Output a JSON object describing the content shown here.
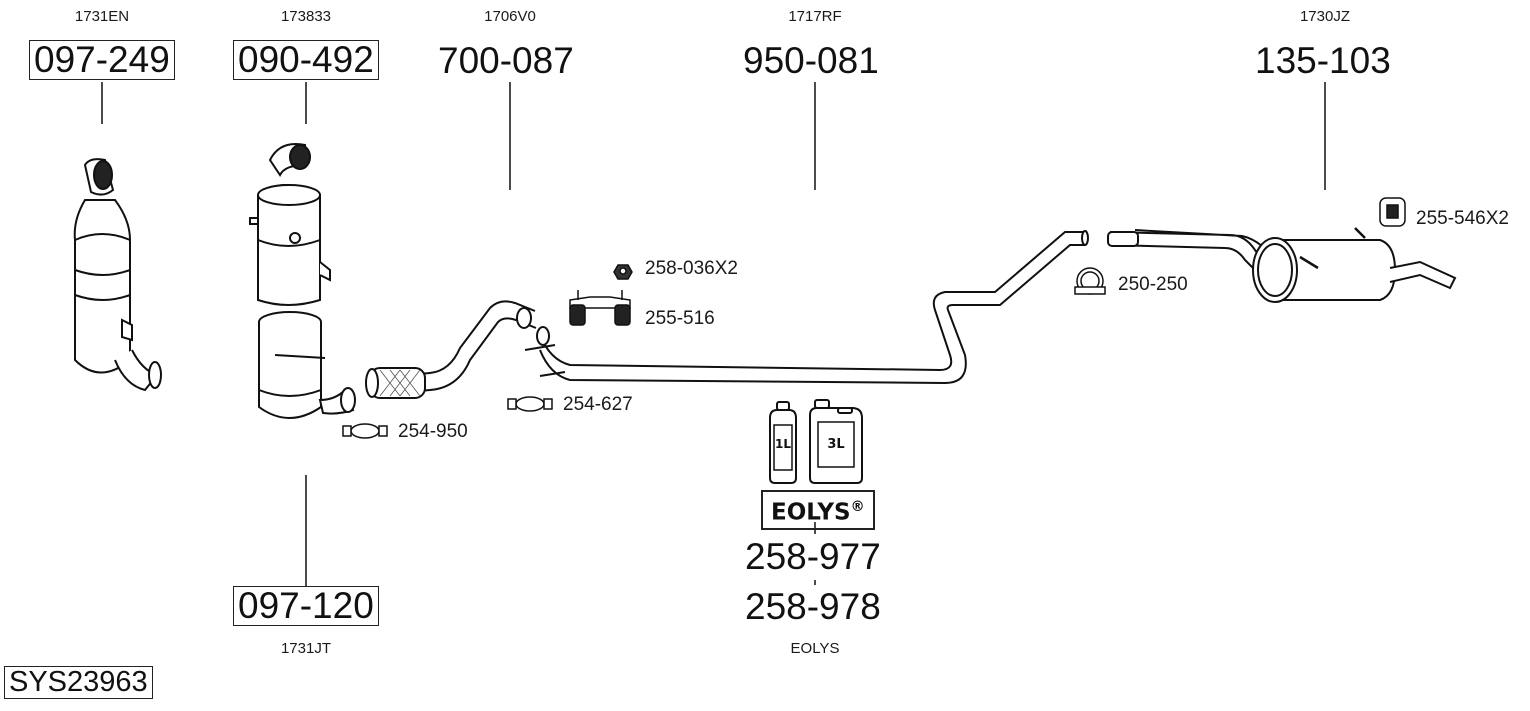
{
  "system_id": "SYS23963",
  "main_parts": [
    {
      "ref": "1731EN",
      "part_no": "097-249",
      "boxed": true
    },
    {
      "ref": "173833",
      "part_no": "090-492",
      "boxed": true
    },
    {
      "ref": "1706V0",
      "part_no": "700-087",
      "boxed": false
    },
    {
      "ref": "1717RF",
      "part_no": "950-081",
      "boxed": false
    },
    {
      "ref": "1730JZ",
      "part_no": "135-103",
      "boxed": false
    },
    {
      "ref": "1731JT",
      "part_no": "097-120",
      "boxed": true
    }
  ],
  "accessories": [
    {
      "part_no": "258-036X2",
      "icon": "nut-icon"
    },
    {
      "part_no": "255-516",
      "icon": "rubber-mount-bracket-icon"
    },
    {
      "part_no": "254-627",
      "icon": "clamp-icon"
    },
    {
      "part_no": "254-950",
      "icon": "clamp-icon"
    },
    {
      "part_no": "250-250",
      "icon": "u-clamp-icon"
    },
    {
      "part_no": "255-546X2",
      "icon": "rubber-hanger-icon"
    }
  ],
  "eolys": {
    "bottle_small_label": "1L",
    "bottle_large_label": "3L",
    "brand": "EOLYS",
    "registered_mark": "®",
    "part_no_1": "258-977",
    "part_no_2": "258-978",
    "ref": "EOLYS"
  }
}
